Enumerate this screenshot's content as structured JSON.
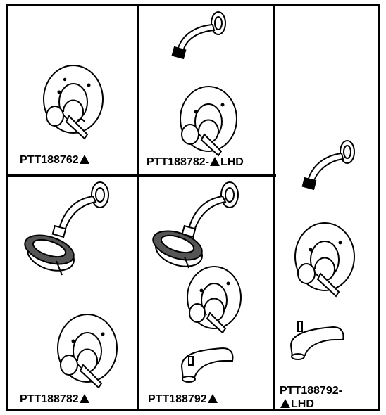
{
  "products": [
    {
      "model": "PTT188762",
      "suffix": ""
    },
    {
      "model": "PTT188782-",
      "suffix": "LHD"
    },
    {
      "model": "PTT188782",
      "suffix": ""
    },
    {
      "model": "PTT188792",
      "suffix": ""
    },
    {
      "model": "PTT188792-",
      "suffix": "LHD"
    }
  ],
  "icons": {
    "triangle": "triangle-icon",
    "valve_trim": "valve-trim-icon",
    "shower_arm": "shower-arm-icon",
    "shower_head": "shower-head-icon",
    "tub_spout": "tub-spout-icon"
  },
  "colors": {
    "ink": "#000000",
    "paper": "#ffffff"
  }
}
